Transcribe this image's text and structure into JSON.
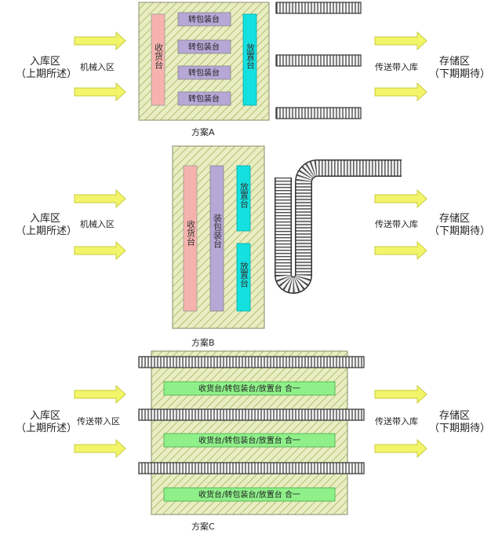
{
  "schemes": [
    {
      "caption": "方案A",
      "left_area": {
        "line1": "入库区",
        "line2": "（上期所述）"
      },
      "entry_label": "机械入区",
      "exit_label": "传送带入库",
      "right_area": {
        "line1": "存储区",
        "line2": "（下期期待）"
      },
      "receive_station": "收货台",
      "place_station": "放置台",
      "repack_stations": [
        "转包装台",
        "转包装台",
        "转包装台",
        "转包装台"
      ]
    },
    {
      "caption": "方案B",
      "left_area": {
        "line1": "入库区",
        "line2": "（上期所述）"
      },
      "entry_label": "机械入区",
      "exit_label": "传送带入库",
      "right_area": {
        "line1": "存储区",
        "line2": "（下期期待）"
      },
      "receive_station": "收货台",
      "pack_station": "装包装台",
      "place_stations": [
        "放置台",
        "放置台"
      ]
    },
    {
      "caption": "方案C",
      "left_area": {
        "line1": "入库区",
        "line2": "（上期所述）"
      },
      "entry_label": "传送带入区",
      "exit_label": "传送带入库",
      "right_area": {
        "line1": "存储区",
        "line2": "（下期期待）"
      },
      "combined_stations": [
        "收货台/转包装台/放置台 合一",
        "收货台/转包装台/放置台 合一",
        "收货台/转包装台/放置台 合一"
      ]
    }
  ],
  "colors": {
    "hatch_bg": "#e8eec2",
    "hatch_line": "#b9c27a",
    "frame": "#8a8a6a",
    "arrow_fill": "#f2f56a",
    "arrow_stroke": "#c9cc3a",
    "receive": "#f6b3ae",
    "repack": "#b6a7d6",
    "place": "#15e0e0",
    "combined": "#8ff08a",
    "conveyor_dark": "#333333",
    "conveyor_light": "#f4f4f4"
  }
}
